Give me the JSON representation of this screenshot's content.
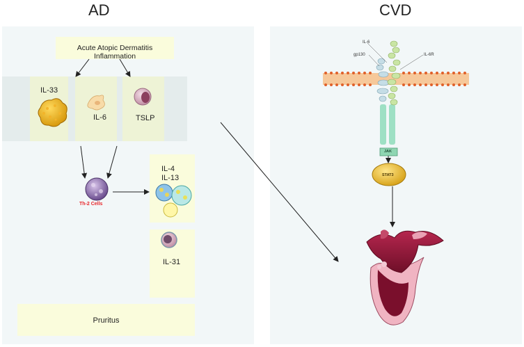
{
  "panels": {
    "left_title": "AD",
    "right_title": "CVD"
  },
  "ad": {
    "top_box": "Acute Atopic Dermatitis Inflammation",
    "cytokines": [
      {
        "label": "IL-33",
        "icon": "il33-cell-icon"
      },
      {
        "label": "IL-6",
        "icon": "il6-cell-icon"
      },
      {
        "label": "TSLP",
        "icon": "tslp-cell-icon"
      }
    ],
    "th2_label": "Th-2 Cells",
    "th2_label_color": "#e8262a",
    "il4_label": "IL-4",
    "il13_label": "IL-13",
    "il31_label": "IL-31",
    "pruritus": "Pruritus"
  },
  "cvd": {
    "il6_label": "IL-6",
    "gp130_label": "gp130",
    "il6r_label": "IL-6R",
    "jak_label": "JAK",
    "stat3_label": "STAT3"
  },
  "colors": {
    "panel_bg": "#f2f7f8",
    "box_bg": "#fafcdc",
    "membrane": "#f6c89a",
    "membrane_dots": "#e0602a",
    "receptor": "#9ee0c4",
    "stat3": "#f2c94c",
    "heart": "#9e1c3e"
  }
}
